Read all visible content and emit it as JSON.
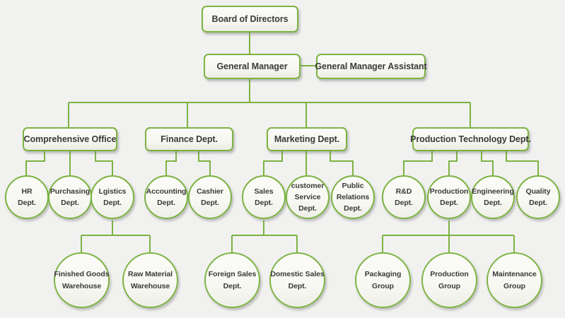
{
  "meta": {
    "title": "Company Organizational Chart",
    "background_color": "#f1f1f0",
    "node_border_color": "#7cb342",
    "node_fill_color": "#f8f8f3",
    "connector_color": "#7cb342",
    "text_color": "#3a3a3a"
  },
  "nodes": {
    "board": {
      "label": "Board of Directors"
    },
    "general_manager": {
      "label": "General Manager"
    },
    "general_manager_assistant": {
      "label": "General Manager Assistant"
    },
    "comprehensive_office": {
      "label": "Comprehensive Office"
    },
    "finance_dept": {
      "label": "Finance Dept."
    },
    "marketing_dept": {
      "label": "Marketing Dept."
    },
    "production_technology_dept": {
      "label": "Production Technology Dept."
    },
    "hr_dept": {
      "line1": "HR",
      "line2": "Dept."
    },
    "purchasing_dept": {
      "line1": "Purchasing",
      "line2": "Dept."
    },
    "lgistics_dept": {
      "line1": "Lgistics",
      "line2": "Dept."
    },
    "accounting_dept": {
      "line1": "Accounting",
      "line2": "Dept."
    },
    "cashier_dept": {
      "line1": "Cashier",
      "line2": "Dept."
    },
    "sales_dept": {
      "line1": "Sales",
      "line2": "Dept."
    },
    "customer_service_dept": {
      "line1": "customer",
      "line2": "Service",
      "line3": "Dept."
    },
    "public_relations_dept": {
      "line1": "Public",
      "line2": "Relations",
      "line3": "Dept."
    },
    "rd_dept": {
      "line1": "R&D",
      "line2": "Dept."
    },
    "production_dept": {
      "line1": "Production",
      "line2": "Dept."
    },
    "engineering_dept": {
      "line1": "Engineering",
      "line2": "Dept."
    },
    "quality_dept": {
      "line1": "Quality",
      "line2": "Dept."
    },
    "finished_goods_warehouse": {
      "line1": "Finished Goods",
      "line2": "Warehouse"
    },
    "raw_material_warehouse": {
      "line1": "Raw Material",
      "line2": "Warehouse"
    },
    "foreign_sales_dept": {
      "line1": "Foreign Sales",
      "line2": "Dept."
    },
    "domestic_sales_dept": {
      "line1": "Domestic Sales",
      "line2": "Dept."
    },
    "packaging_group": {
      "line1": "Packaging",
      "line2": "Group"
    },
    "production_group": {
      "line1": "Production",
      "line2": "Group"
    },
    "maintenance_group": {
      "line1": "Maintenance",
      "line2": "Group"
    }
  }
}
